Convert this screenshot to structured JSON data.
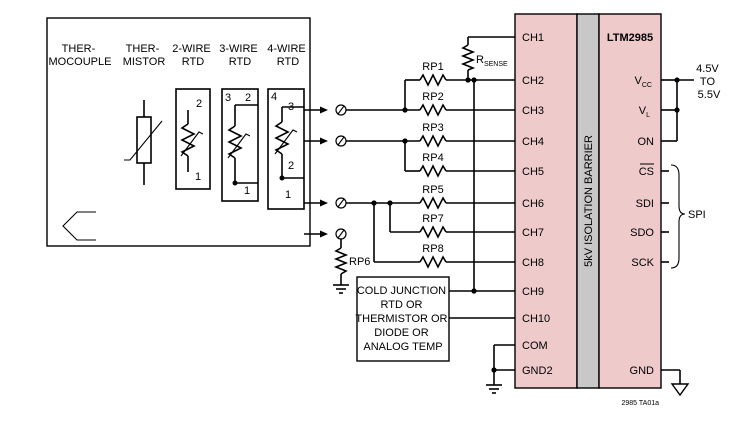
{
  "sensor_box": {
    "sensors": {
      "thermocouple": [
        "THER-",
        "MOCOUPLE"
      ],
      "thermistor": [
        "THER-",
        "MISTOR"
      ],
      "rtd2": [
        "2-WIRE",
        "RTD"
      ],
      "rtd3": [
        "3-WIRE",
        "RTD"
      ],
      "rtd4": [
        "4-WIRE",
        "RTD"
      ]
    },
    "pins": {
      "rtd2_a": "2",
      "rtd2_b": "1",
      "rtd3_a": "3",
      "rtd3_b": "2",
      "rtd3_c": "1",
      "rtd4_a": "4",
      "rtd4_b": "3",
      "rtd4_c": "2",
      "rtd4_d": "1"
    }
  },
  "resistors": {
    "rsense": "R",
    "rsense_sub": "SENSE",
    "rp1": "RP1",
    "rp2": "RP2",
    "rp3": "RP3",
    "rp4": "RP4",
    "rp5": "RP5",
    "rp6": "RP6",
    "rp7": "RP7",
    "rp8": "RP8"
  },
  "cold_junction": [
    "COLD JUNCTION",
    "RTD OR",
    "THERMISTOR OR",
    "DIODE OR",
    "ANALOG TEMP"
  ],
  "chip": {
    "left_pins": [
      "CH1",
      "CH2",
      "CH3",
      "CH4",
      "CH5",
      "CH6",
      "CH7",
      "CH8",
      "CH9",
      "CH10",
      "COM",
      "GND2"
    ],
    "barrier": "5kV ISOLATION BARRIER",
    "part": "LTM2985",
    "right_pins": {
      "vcc": "V",
      "vcc_sub": "CC",
      "vl": "V",
      "vl_sub": "L",
      "on": "ON",
      "cs": "CS",
      "sdi": "SDI",
      "sdo": "SDO",
      "sck": "SCK",
      "gnd": "GND"
    }
  },
  "supply": [
    "4.5V",
    "TO",
    "5.5V"
  ],
  "spi": "SPI",
  "figure_id": "2985 TA01a"
}
